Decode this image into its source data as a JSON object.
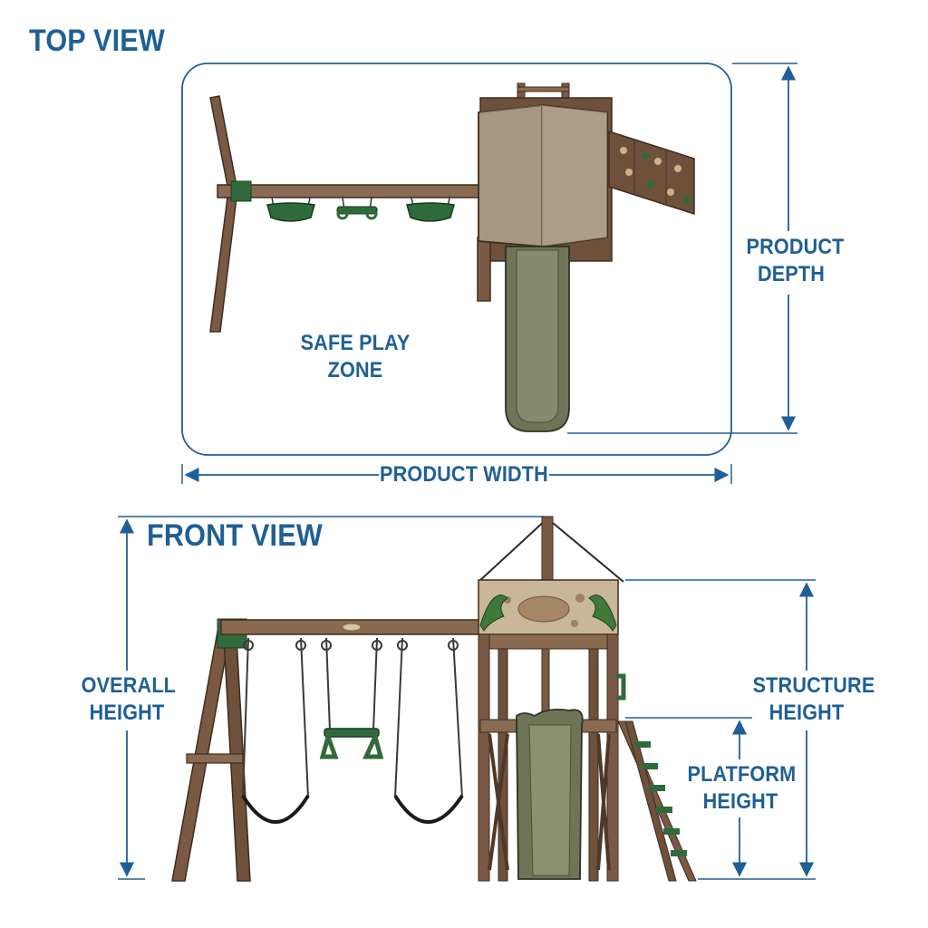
{
  "top_view": {
    "title": "TOP VIEW",
    "zone_label": "SAFE PLAY ZONE",
    "width_label": "PRODUCT WIDTH",
    "depth_label": [
      "PRODUCT",
      "DEPTH"
    ]
  },
  "front_view": {
    "title": "FRONT VIEW",
    "overall_height_label": [
      "OVERALL",
      "HEIGHT"
    ],
    "structure_height_label": [
      "STRUCTURE",
      "HEIGHT"
    ],
    "platform_height_label": [
      "PLATFORM",
      "HEIGHT"
    ]
  },
  "colors": {
    "dimension_blue": "#1f5f96",
    "wood": "#7a5a44",
    "wood_dark": "#4e3828",
    "canopy": "#a89780",
    "slide": "#6e7456",
    "swing_green": "#2f6b3a"
  }
}
